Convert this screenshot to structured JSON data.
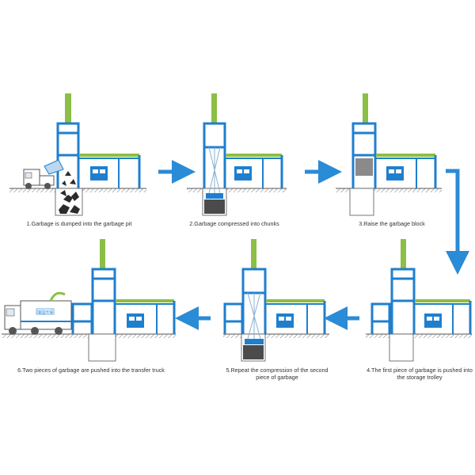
{
  "colors": {
    "machine_blue": "#1f7fcf",
    "column_green": "#8bbf45",
    "arrow_blue": "#2a8bd6",
    "ground": "#555555",
    "garbage": "#2b2b2b"
  },
  "steps": [
    {
      "caption": "1.Garbage is dumped into the garbage pit"
    },
    {
      "caption": "2.Garbage compressed into chunks"
    },
    {
      "caption": "3.Raise the garbage block"
    },
    {
      "caption": "4.The first piece of garbage is pushed into the storage trolley"
    },
    {
      "caption": "5.Repeat the compression of the second piece of garbage"
    },
    {
      "caption": "6.Two pieces of garbage are pushed into the transfer truck"
    }
  ],
  "truck_sign": "瑞强环保"
}
